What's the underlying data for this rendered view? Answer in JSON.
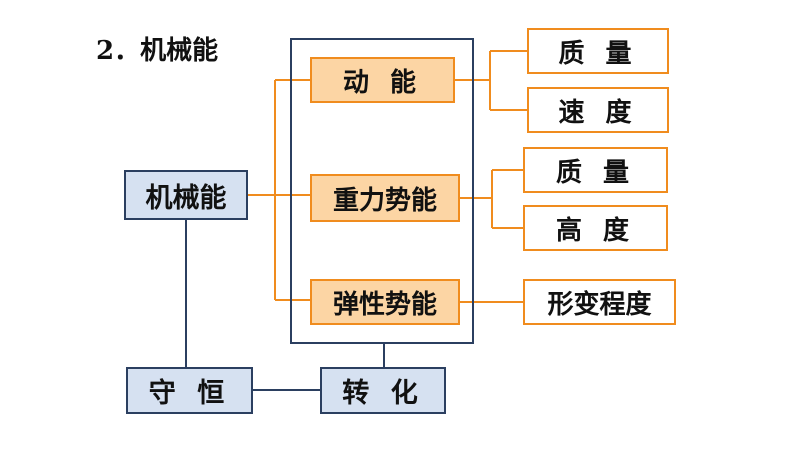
{
  "title": "2．机械能",
  "nodes": {
    "root": "机械能",
    "kinetic": "动 能",
    "gravitational": "重力势能",
    "elastic": "弹性势能",
    "kinetic_factor_1": "质 量",
    "kinetic_factor_2": "速 度",
    "gravitational_factor_1": "质 量",
    "gravitational_factor_2": "高 度",
    "elastic_factor": "形变程度",
    "conservation": "守 恒",
    "conversion": "转 化"
  },
  "colors": {
    "blue_fill": "#d6e1f1",
    "blue_border": "#2b3f60",
    "orange_fill": "#fcd5a4",
    "orange_border": "#f08c1e"
  }
}
